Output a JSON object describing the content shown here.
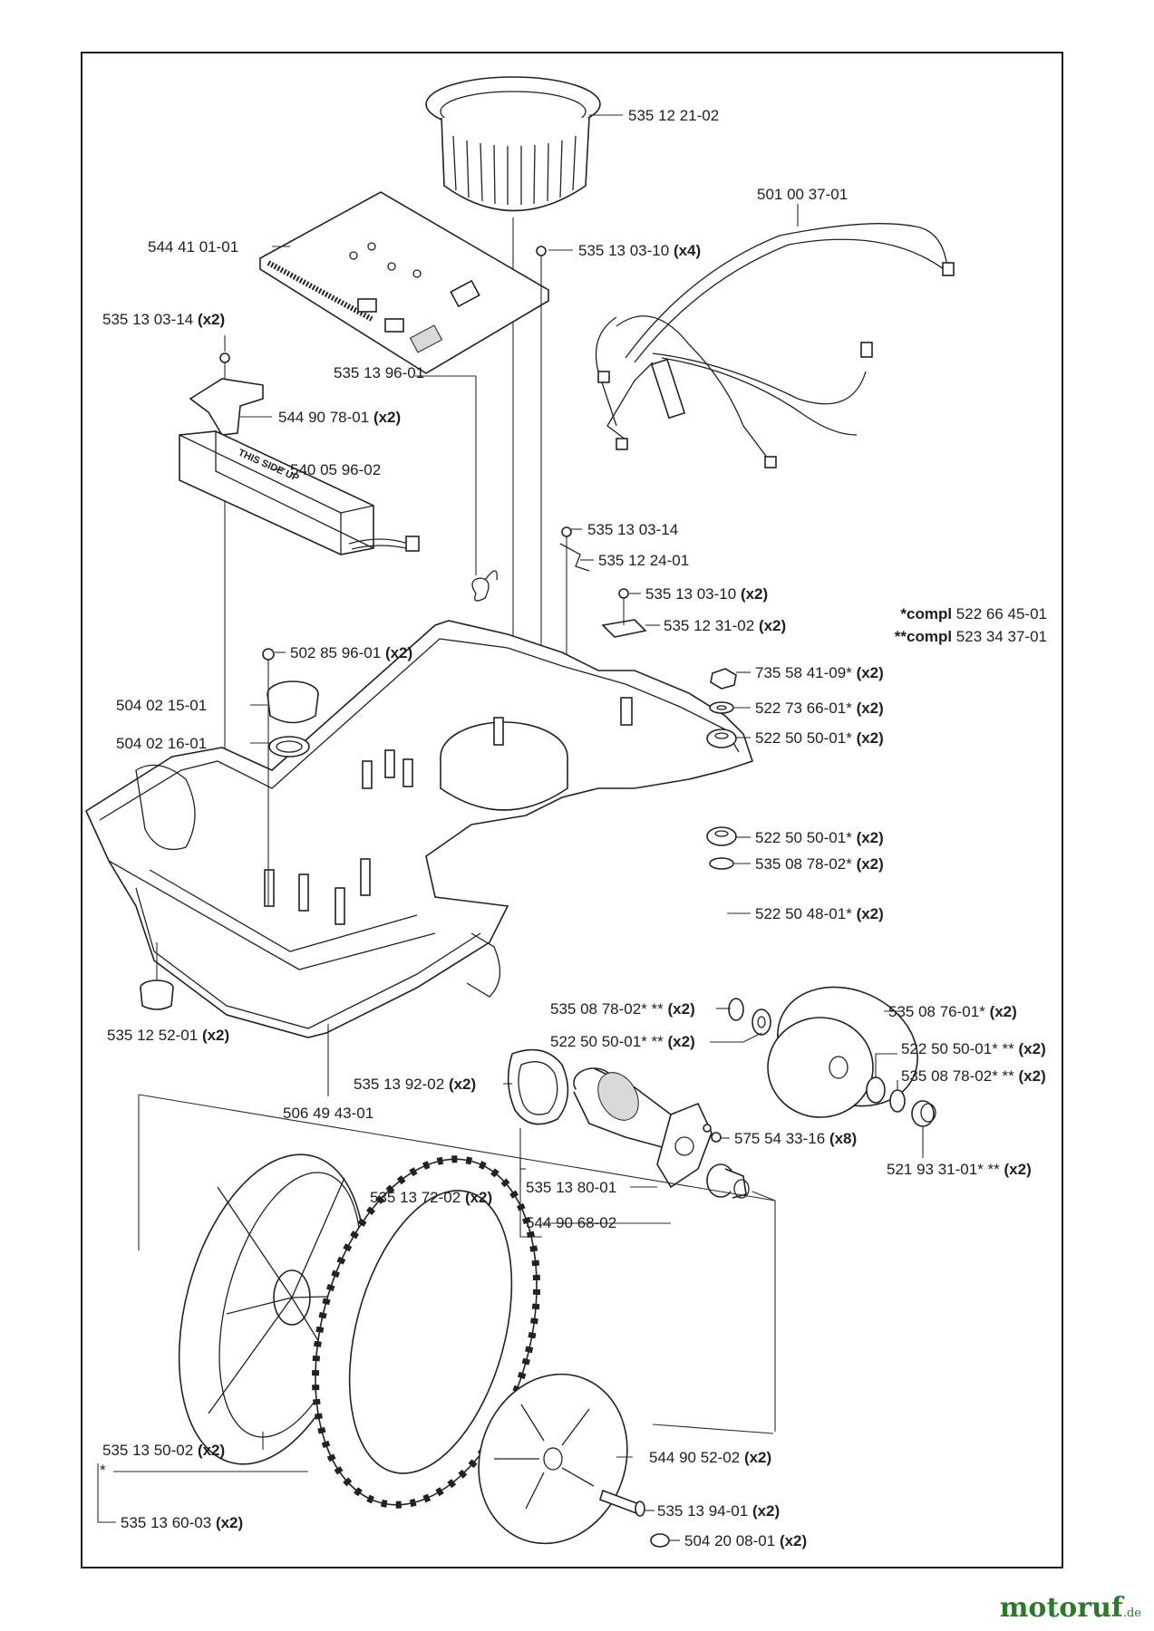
{
  "labels": [
    {
      "id": "l1",
      "num": "535 12 21-02",
      "qty": ""
    },
    {
      "id": "l2",
      "num": "501 00 37-01",
      "qty": ""
    },
    {
      "id": "l3",
      "num": "544 41 01-01",
      "qty": ""
    },
    {
      "id": "l4",
      "num": "535 13 03-10",
      "qty": "(x4)"
    },
    {
      "id": "l5",
      "num": "535 13 03-14",
      "qty": "(x2)"
    },
    {
      "id": "l6",
      "num": "535 13 96-01",
      "qty": ""
    },
    {
      "id": "l7",
      "num": "544 90 78-01",
      "qty": "(x2)"
    },
    {
      "id": "l8",
      "num": "540 05 96-02",
      "qty": ""
    },
    {
      "id": "l9",
      "num": "535 13 03-14",
      "qty": ""
    },
    {
      "id": "l10",
      "num": "535 12 24-01",
      "qty": ""
    },
    {
      "id": "l11",
      "num": "535 13 03-10",
      "qty": "(x2)"
    },
    {
      "id": "l12",
      "num": "535 12 31-02",
      "qty": "(x2)"
    },
    {
      "id": "l13",
      "num": "502 85 96-01",
      "qty": "(x2)"
    },
    {
      "id": "l14",
      "num": "735 58 41-09*",
      "qty": "(x2)"
    },
    {
      "id": "l15",
      "num": "504 02 15-01",
      "qty": ""
    },
    {
      "id": "l16",
      "num": "522 73 66-01*",
      "qty": "(x2)"
    },
    {
      "id": "l17",
      "num": "522 50 50-01*",
      "qty": "(x2)"
    },
    {
      "id": "l18",
      "num": "504 02 16-01",
      "qty": ""
    },
    {
      "id": "l19",
      "num": "522 50 50-01*",
      "qty": "(x2)"
    },
    {
      "id": "l20",
      "num": "535 08 78-02*",
      "qty": "(x2)"
    },
    {
      "id": "l21",
      "num": "522 50 48-01*",
      "qty": "(x2)"
    },
    {
      "id": "l22",
      "num": "535 08 78-02* **",
      "qty": "(x2)"
    },
    {
      "id": "l23",
      "num": "535 08 76-01*",
      "qty": "(x2)"
    },
    {
      "id": "l24",
      "num": "535 12 52-01",
      "qty": "(x2)"
    },
    {
      "id": "l25",
      "num": "522 50 50-01* **",
      "qty": "(x2)"
    },
    {
      "id": "l26",
      "num": "522 50 50-01* **",
      "qty": "(x2)"
    },
    {
      "id": "l27",
      "num": "535 08 78-02* **",
      "qty": "(x2)"
    },
    {
      "id": "l28",
      "num": "535 13 92-02",
      "qty": "(x2)"
    },
    {
      "id": "l29",
      "num": "506 49 43-01",
      "qty": ""
    },
    {
      "id": "l30",
      "num": "575 54 33-16",
      "qty": "(x8)"
    },
    {
      "id": "l31",
      "num": "521 93 31-01* **",
      "qty": "(x2)"
    },
    {
      "id": "l32",
      "num": "535 13 80-01",
      "qty": ""
    },
    {
      "id": "l33",
      "num": "535 13 72-02",
      "qty": "(x2)"
    },
    {
      "id": "l34",
      "num": "544 90 68-02",
      "qty": ""
    },
    {
      "id": "l35",
      "num": "535 13 50-02",
      "qty": "(x2)"
    },
    {
      "id": "l36",
      "num": "544 90 52-02",
      "qty": "(x2)"
    },
    {
      "id": "l37",
      "num": "535 13 94-01",
      "qty": "(x2)"
    },
    {
      "id": "l38",
      "num": "535 13 60-03",
      "qty": "(x2)"
    },
    {
      "id": "l39",
      "num": "504 20 08-01",
      "qty": "(x2)"
    }
  ],
  "notes": {
    "compl1_prefix": "*compl",
    "compl1_num": "522 66 45-01",
    "compl2_prefix": "**compl",
    "compl2_num": "523 34 37-01",
    "asterisk": "*"
  },
  "battery_text": "THIS SIDE UP",
  "brand": {
    "name": "motoruf",
    "suffix": ".de",
    "color": "#2b7a2b"
  }
}
